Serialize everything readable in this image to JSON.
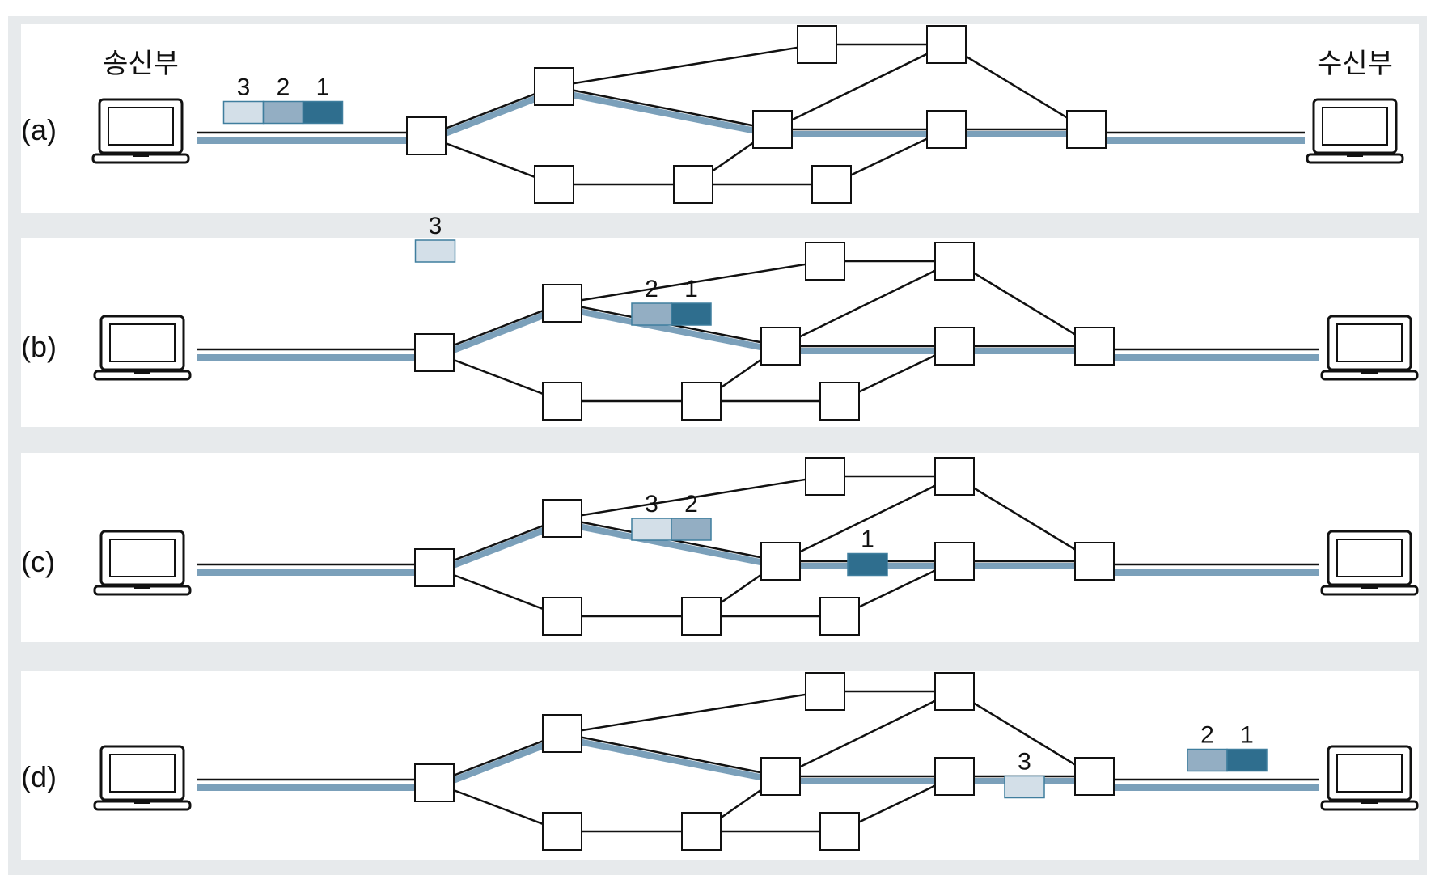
{
  "labels": {
    "sender": "송신부",
    "receiver": "수신부"
  },
  "colors": {
    "route": "#7ba0ba",
    "packet_1": "#2f6e8e",
    "packet_2": "#93aec3",
    "packet_3": "#d3dfe8",
    "packet_border": "#3f7e9e",
    "link": "#111111",
    "panel_frame": "#e7eaec"
  },
  "packet_names": {
    "1": "1",
    "2": "2",
    "3": "3"
  },
  "panels": [
    {
      "key": "a",
      "label": "(a)",
      "groups": [
        {
          "at": "start",
          "packets": [
            "3",
            "2",
            "1"
          ]
        }
      ]
    },
    {
      "key": "b",
      "label": "(b)",
      "groups": [
        {
          "at": "r1-r2",
          "packets": [
            "3"
          ]
        },
        {
          "at": "r2-r5",
          "packets": [
            "2",
            "1"
          ]
        }
      ]
    },
    {
      "key": "c",
      "label": "(c)",
      "groups": [
        {
          "at": "r2-r5",
          "packets": [
            "3",
            "2"
          ]
        },
        {
          "at": "r5-r6",
          "packets": [
            "1"
          ]
        }
      ]
    },
    {
      "key": "d",
      "label": "(d)",
      "groups": [
        {
          "at": "r6-r7",
          "packets": [
            "3"
          ]
        },
        {
          "at": "end",
          "packets": [
            "2",
            "1"
          ]
        }
      ]
    }
  ]
}
